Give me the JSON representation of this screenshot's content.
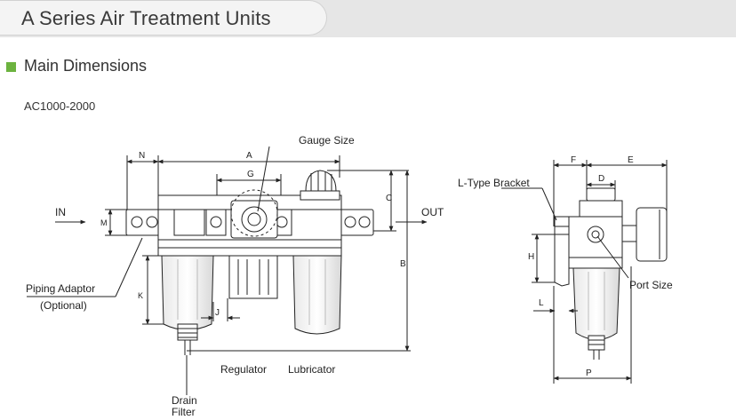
{
  "header": {
    "title": "A Series Air Treatment Units"
  },
  "section": {
    "title": "Main Dimensions"
  },
  "model": "AC1000-2000",
  "colors": {
    "accent_square": "#6cb33f",
    "header_band": "#e6e6e6"
  },
  "front_view": {
    "in_label": "IN",
    "out_label": "OUT",
    "gauge_size": "Gauge Size",
    "piping_adaptor": "Piping  Adaptor",
    "optional": "(Optional)",
    "regulator": "Regulator",
    "lubricator": "Lubricator",
    "drain": "Drain",
    "filter": "Filter",
    "dims": {
      "N": "N",
      "A": "A",
      "G": "G",
      "C": "C",
      "B": "B",
      "M": "M",
      "K": "K",
      "J": "J"
    }
  },
  "side_view": {
    "bracket": "L-Type Bracket",
    "port_size": "Port   Size",
    "dims": {
      "F": "F",
      "E": "E",
      "D": "D",
      "H": "H",
      "L": "L",
      "P": "P"
    }
  }
}
